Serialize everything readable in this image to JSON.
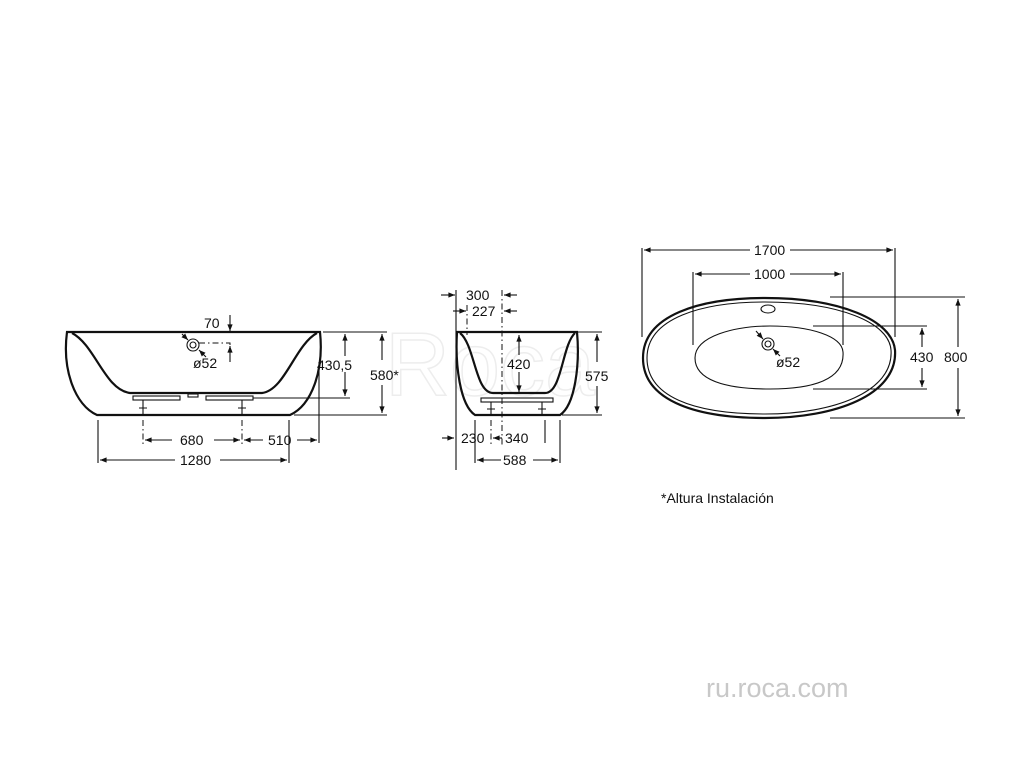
{
  "front_view": {
    "overflow_offset": "70",
    "overflow_diameter": "ø52",
    "inner_depth": "430,5",
    "install_height": "580*",
    "leg_spacing": "680",
    "leg_to_edge": "510",
    "base_length": "1280"
  },
  "side_view": {
    "width_300": "300",
    "width_227": "227",
    "inner_depth": "420",
    "height": "575",
    "offset_230": "230",
    "leg_spacing": "340",
    "base_width": "588"
  },
  "top_view": {
    "overall_length": "1700",
    "inner_length": "1000",
    "drain_diameter": "ø52",
    "inner_width": "430",
    "overall_width": "800"
  },
  "footnote": "*Altura Instalación",
  "watermark": "ru.roca.com",
  "logo_watermark": "Roca"
}
